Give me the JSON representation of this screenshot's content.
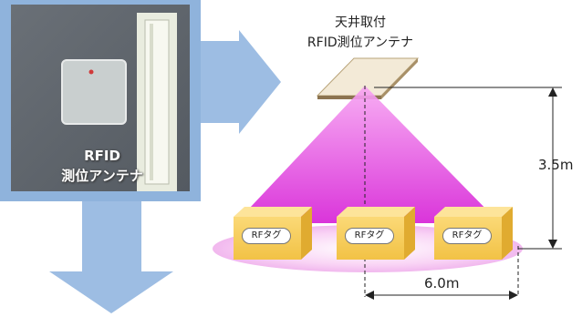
{
  "photo": {
    "label_line1": "RFID",
    "label_line2": "測位アンテナ"
  },
  "ceiling_antenna": {
    "label_line1": "天井取付",
    "label_line2": "RFID測位アンテナ"
  },
  "dimensions": {
    "height": "3.5m",
    "width": "6.0m"
  },
  "tags": [
    "RFタグ",
    "RFタグ",
    "RFタグ"
  ],
  "colors": {
    "arrow_blue": "#9dbde3",
    "photo_frame": "#8fb3dc",
    "beam_magenta": "#e84be8",
    "floor_pink": "#f6c4f2",
    "box_yellow": "#f6cf62"
  }
}
